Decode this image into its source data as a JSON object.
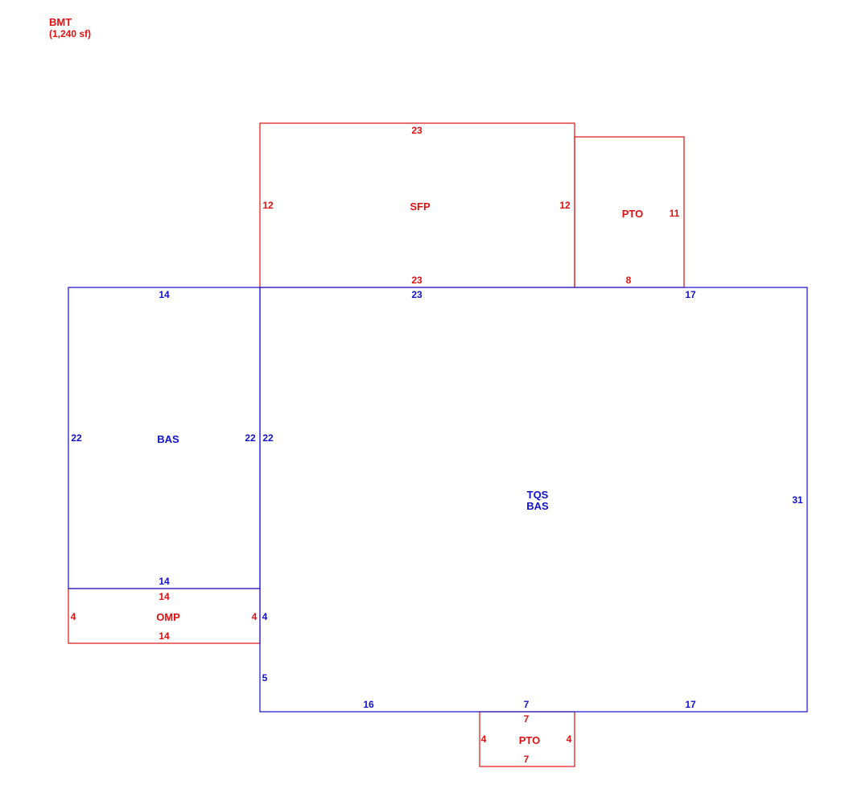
{
  "colors": {
    "red": "#e01010",
    "blue": "#1010cc"
  },
  "header": {
    "code": "BMT",
    "area": "(1,240 sf)"
  },
  "areas": {
    "sfp": {
      "label": "SFP"
    },
    "pto_top": {
      "label": "PTO"
    },
    "bas_left": {
      "label": "BAS"
    },
    "omp": {
      "label": "OMP"
    },
    "main": {
      "label_1": "TQS",
      "label_2": "BAS"
    },
    "pto_bottom": {
      "label": "PTO"
    }
  },
  "dimensions": {
    "sfp_top": "23",
    "sfp_left": "12",
    "sfp_right": "12",
    "sfp_bottom": "23",
    "pto_top_right": "11",
    "pto_top_bottom": "8",
    "main_top": "23",
    "main_top_right": "17",
    "main_right": "31",
    "main_left_upper": "22",
    "main_left_lower_a": "4",
    "main_left_lower_b": "5",
    "main_bottom_left": "16",
    "main_bottom_mid": "7",
    "main_bottom_right": "17",
    "bas_top": "14",
    "bas_left": "22",
    "bas_right": "22",
    "bas_bottom": "14",
    "omp_top": "14",
    "omp_left": "4",
    "omp_right": "4",
    "omp_bottom": "14",
    "pto_bottom_top": "7",
    "pto_bottom_left": "4",
    "pto_bottom_right": "4",
    "pto_bottom_bottom": "7"
  }
}
